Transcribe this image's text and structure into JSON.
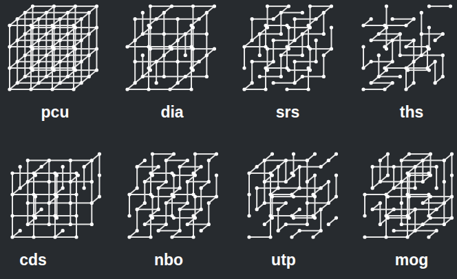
{
  "diagram": {
    "labels": [
      "pcu",
      "dia",
      "srs",
      "ths",
      "cds",
      "nbo",
      "utp",
      "mog"
    ]
  }
}
